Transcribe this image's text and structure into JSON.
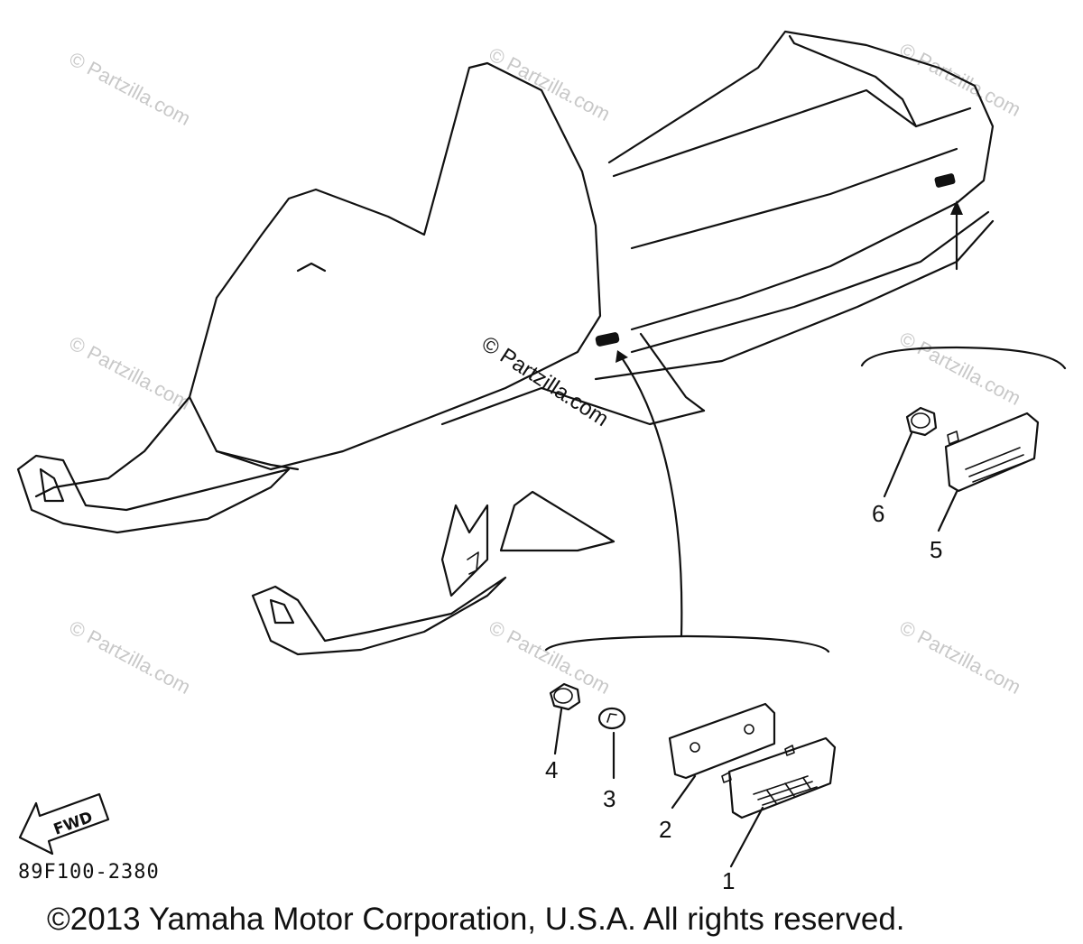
{
  "watermark": {
    "main": "© Partzilla.com",
    "tile": "© Partzilla.com"
  },
  "callouts": [
    {
      "id": "1",
      "label": "1"
    },
    {
      "id": "2",
      "label": "2"
    },
    {
      "id": "3",
      "label": "3"
    },
    {
      "id": "4",
      "label": "4"
    },
    {
      "id": "5",
      "label": "5"
    },
    {
      "id": "6",
      "label": "6"
    }
  ],
  "direction_marker": {
    "label": "FWD",
    "icon": "fwd-arrow-icon"
  },
  "diagram_ref": "89F100-2380",
  "copyright": "©2013 Yamaha Motor Corporation, U.S.A. All rights reserved."
}
